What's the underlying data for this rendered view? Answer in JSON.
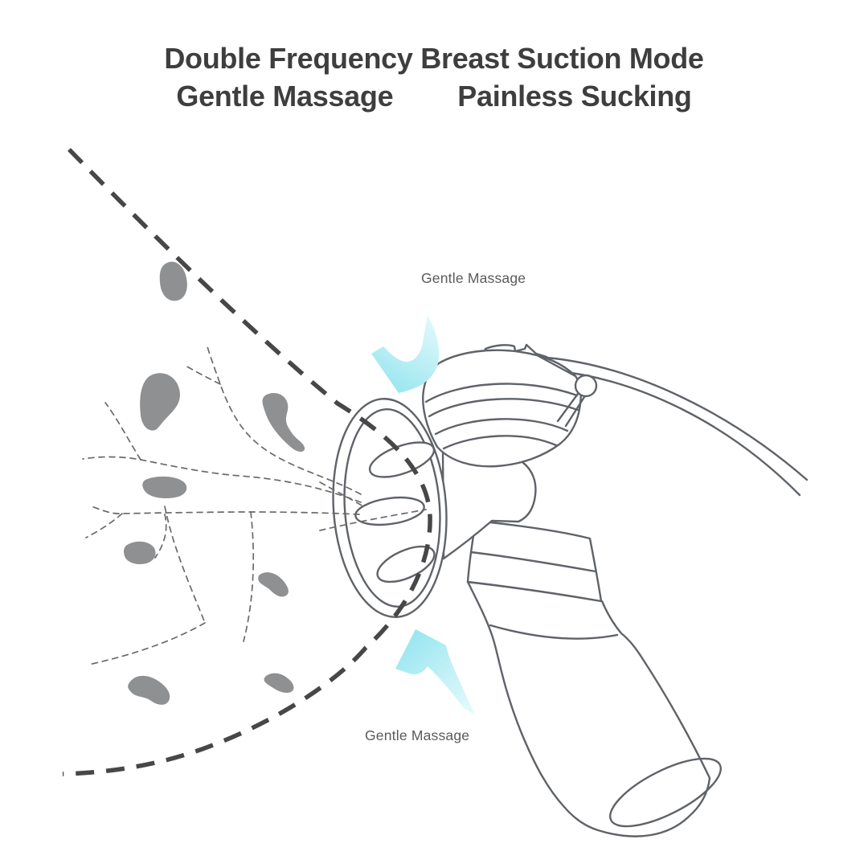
{
  "title": {
    "line1": "Double Frequency Breast Suction Mode",
    "line2_left": "Gentle Massage",
    "line2_right": "Painless Sucking"
  },
  "annotations": {
    "top_arrow_label": "Gentle Massage",
    "bottom_arrow_label": "Gentle Massage"
  },
  "colors": {
    "background": "#ffffff",
    "title_text": "#3e3e3e",
    "label_text": "#5a5a5a",
    "device_outline": "#5f6368",
    "breast_outline": "#474747",
    "duct_line": "#6a6a6a",
    "gland_fill": "#8e9091",
    "accent_cyan": "#9be6f0",
    "accent_cyan_light": "#e4f9fb"
  }
}
